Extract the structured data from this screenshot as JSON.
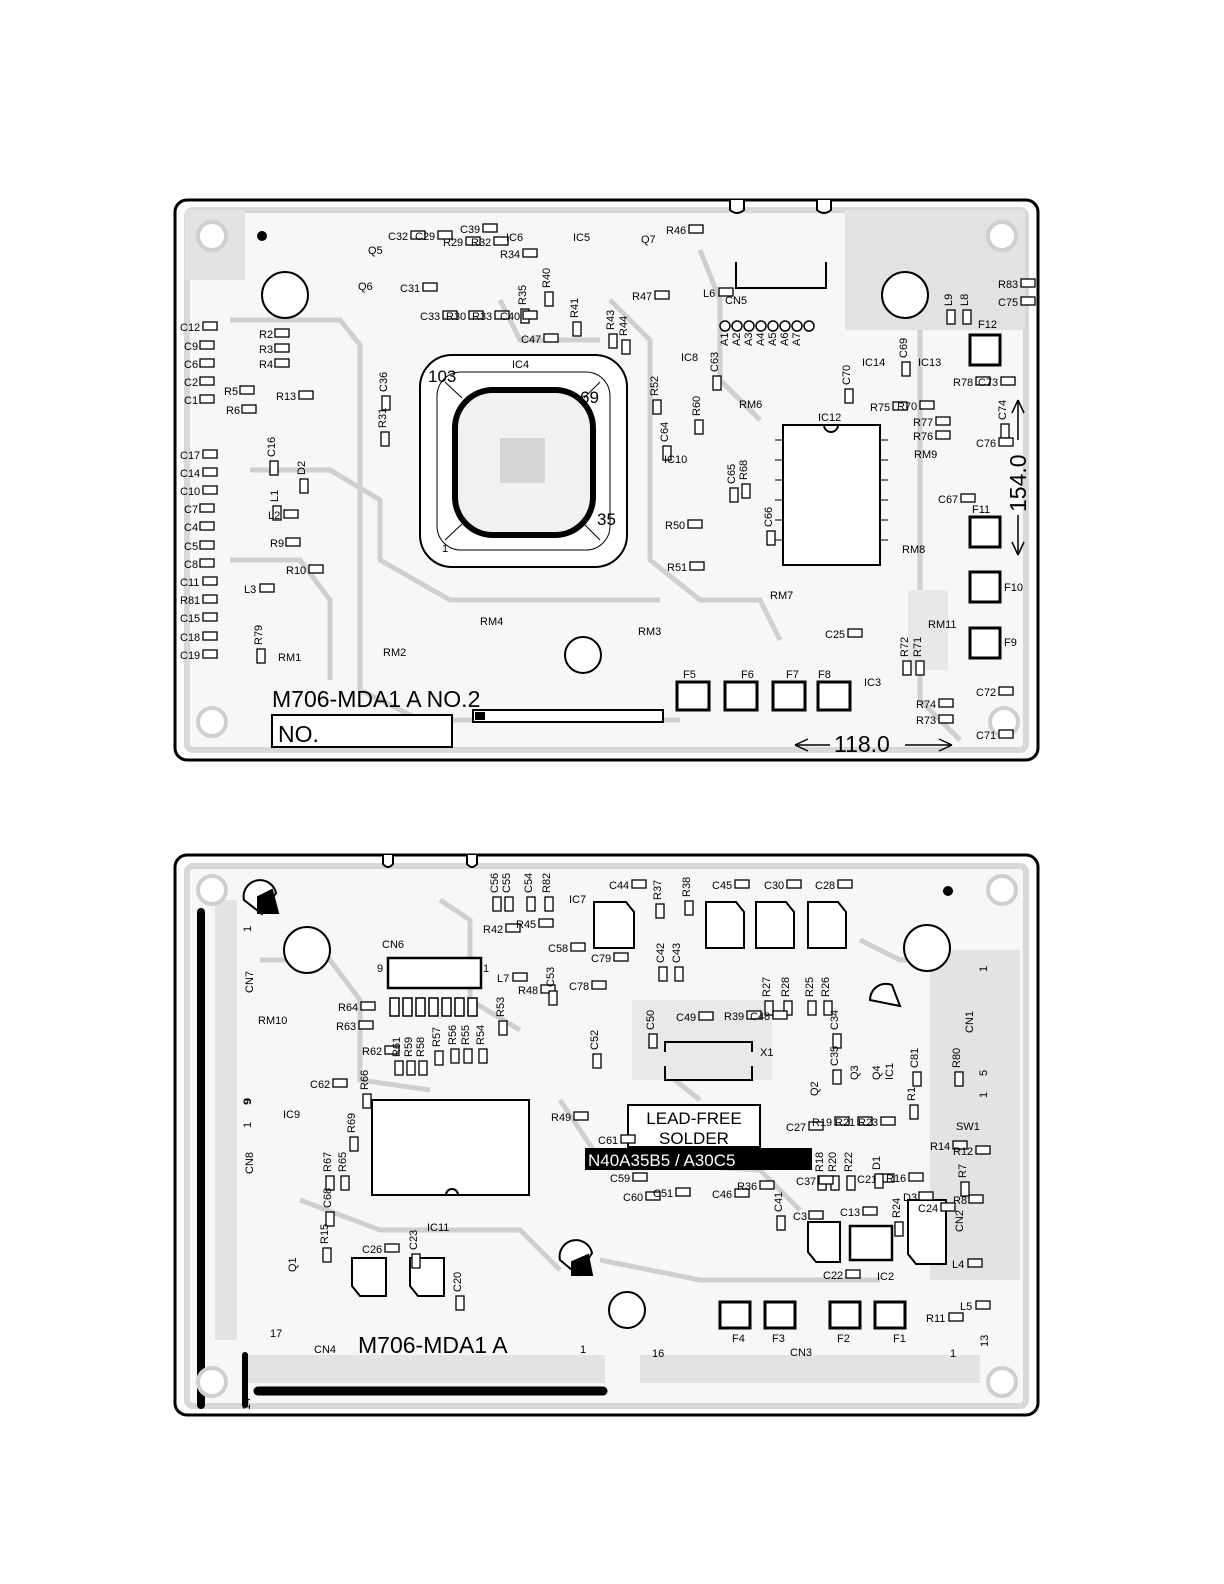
{
  "top_board": {
    "model": "M706-MDA1 A NO.2",
    "no_box": "NO.",
    "dim_width": "118.0",
    "dim_height": "154.0",
    "ic4": {
      "label": "IC4",
      "pins": [
        "103",
        "69",
        "35",
        "1"
      ]
    },
    "ic12": "IC12",
    "cn5": {
      "label": "CN5",
      "pins": [
        "A1",
        "A2",
        "A3",
        "A4",
        "A5",
        "A6",
        "A7"
      ]
    },
    "labels": [
      "C32",
      "C29",
      "C39",
      "R29",
      "R32",
      "IC6",
      "IC5",
      "Q7",
      "R46",
      "Q5",
      "R34",
      "C31",
      "Q6",
      "R40",
      "R35",
      "R41",
      "R47",
      "L6",
      "C33",
      "R30",
      "R33",
      "C40",
      "R43",
      "R44",
      "C47",
      "R2",
      "R3",
      "R4",
      "R5",
      "R13",
      "R6",
      "C12",
      "C9",
      "C6",
      "C2",
      "C1",
      "C36",
      "R31",
      "IC8",
      "C63",
      "R52",
      "R60",
      "C64",
      "IC10",
      "RM6",
      "C65",
      "R68",
      "C66",
      "IC14",
      "C69",
      "IC13",
      "C70",
      "R75",
      "R70",
      "R78",
      "C73",
      "R77",
      "R76",
      "C74",
      "C76",
      "RM9",
      "C67",
      "RM8",
      "C16",
      "D2",
      "L1",
      "L2",
      "C17",
      "C14",
      "C10",
      "C7",
      "C4",
      "C5",
      "C8",
      "C11",
      "R81",
      "C15",
      "C18",
      "C19",
      "R9",
      "R10",
      "L3",
      "R79",
      "R50",
      "R51",
      "RM7",
      "RM4",
      "RM3",
      "RM1",
      "RM2",
      "C25",
      "R72",
      "R71",
      "RM11",
      "IC3",
      "F5",
      "F6",
      "F7",
      "F8",
      "F9",
      "F10",
      "F11",
      "F12",
      "R74",
      "R73",
      "C72",
      "C71",
      "R83",
      "C75",
      "L9",
      "L8"
    ]
  },
  "bottom_board": {
    "model": "M706-MDA1 A",
    "lead_free_line1": "LEAD-FREE",
    "lead_free_line2": "SOLDER",
    "part_code": "N40A35B5 / A30C5",
    "labels": [
      "C56",
      "C55",
      "C54",
      "R82",
      "IC7",
      "C44",
      "R37",
      "R38",
      "C45",
      "C30",
      "C28",
      "CN6",
      "R42",
      "R45",
      "C58",
      "C42",
      "C43",
      "L7",
      "R48",
      "C53",
      "C79",
      "C78",
      "R53",
      "R27",
      "R28",
      "R25",
      "R26",
      "R64",
      "R63",
      "R62",
      "R61",
      "R59",
      "R58",
      "R57",
      "R56",
      "R55",
      "R54",
      "C52",
      "C50",
      "C49",
      "R39",
      "C48",
      "X1",
      "C34",
      "C35",
      "RM10",
      "C62",
      "R66",
      "C81",
      "R80",
      "IC9",
      "R69",
      "R67",
      "R65",
      "R49",
      "Q2",
      "Q3",
      "Q4",
      "IC1",
      "R1",
      "SW1",
      "C61",
      "C27",
      "R19",
      "R21",
      "R23",
      "C59",
      "R18",
      "R20",
      "R22",
      "R14",
      "R12",
      "C60",
      "C51",
      "C46",
      "R36",
      "C37",
      "C41",
      "C21",
      "D1",
      "R16",
      "R7",
      "R8",
      "D3",
      "C68",
      "R15",
      "C3",
      "C13",
      "R24",
      "C24",
      "C26",
      "C23",
      "IC11",
      "C22",
      "IC2",
      "L4",
      "L5",
      "Q1",
      "C20",
      "R11",
      "F4",
      "F3",
      "F2",
      "F1",
      "CN4",
      "CN3",
      "CN7",
      "CN8",
      "CN1",
      "CN2"
    ],
    "pin_numbers": {
      "cn7_a": "1",
      "cn7_b": "9",
      "cn8_a": "1",
      "cn8_b": "9",
      "cn4_a": "17",
      "cn4_b": "14",
      "cn4_c": "1",
      "cn3_a": "16",
      "cn3_b": "1",
      "cn3_c": "13",
      "cn1_a": "1",
      "cn1_b": "5",
      "cn1_c": "1",
      "cn6_a": "9",
      "cn6_b": "1"
    }
  }
}
